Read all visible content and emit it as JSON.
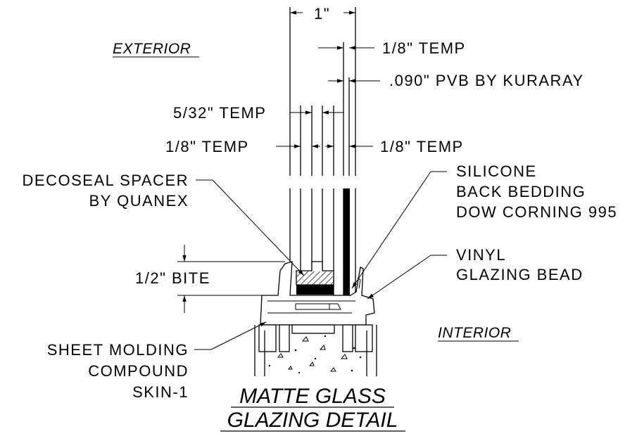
{
  "dimensions": {
    "overall_width": "1\"",
    "outer_lite": "1/8\" TEMP",
    "interlayer": ".090\" PVB BY KURARAY",
    "airspace": "5/32\" TEMP",
    "inner_lite_left": "1/8\" TEMP",
    "inner_lite_right": "1/8\" TEMP",
    "bite": "1/2\" BITE"
  },
  "zones": {
    "exterior": "EXTERIOR",
    "interior": "INTERIOR"
  },
  "callouts": {
    "spacer": [
      "DECOSEAL SPACER",
      "BY QUANEX"
    ],
    "silicone": [
      "SILICONE",
      "BACK BEDDING",
      "DOW CORNING 995"
    ],
    "bead": [
      "VINYL",
      "GLAZING BEAD"
    ],
    "molding": [
      "SHEET MOLDING",
      "COMPOUND",
      "SKIN-1"
    ]
  },
  "title": [
    "MATTE GLASS",
    "GLAZING DETAIL"
  ]
}
